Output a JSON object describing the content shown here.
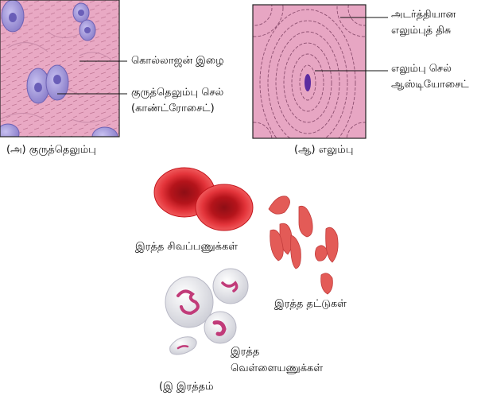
{
  "panel_a": {
    "label_matrix": "கொல்லாஜன் இழை",
    "label_cell_line1": "குருத்தெலும்பு செல்",
    "label_cell_line2": "(காண்ட்ரோசைட்)",
    "caption": "(அ) குருத்தெலும்பு"
  },
  "panel_b": {
    "label_tissue_line1": "அடர்த்தியான",
    "label_tissue_line2": "எலும்புத் திசு",
    "label_cell_line1": "எலும்பு செல்",
    "label_cell_line2": "ஆஸ்டியோசைட்",
    "caption": "(ஆ) எலும்பு"
  },
  "panel_c": {
    "label_rbc": "இரத்த சிவப்பணுக்கள்",
    "label_platelets": "இரத்த தட்டுகள்",
    "label_wbc_line1": "இரத்த",
    "label_wbc_line2": "வெள்ளையணுக்கள்",
    "caption": "(இ இரத்தம்"
  },
  "colors": {
    "cartilage_bg": "#e9a9c4",
    "cartilage_cell": "#a79bdc",
    "bone_bg": "#e7a6c3",
    "bone_nucleus": "#5b2ca0",
    "rbc": "#d8262c",
    "platelet": "#e35b57",
    "wbc": "#e9e9ee",
    "wbc_nucleus": "#c13b79"
  }
}
